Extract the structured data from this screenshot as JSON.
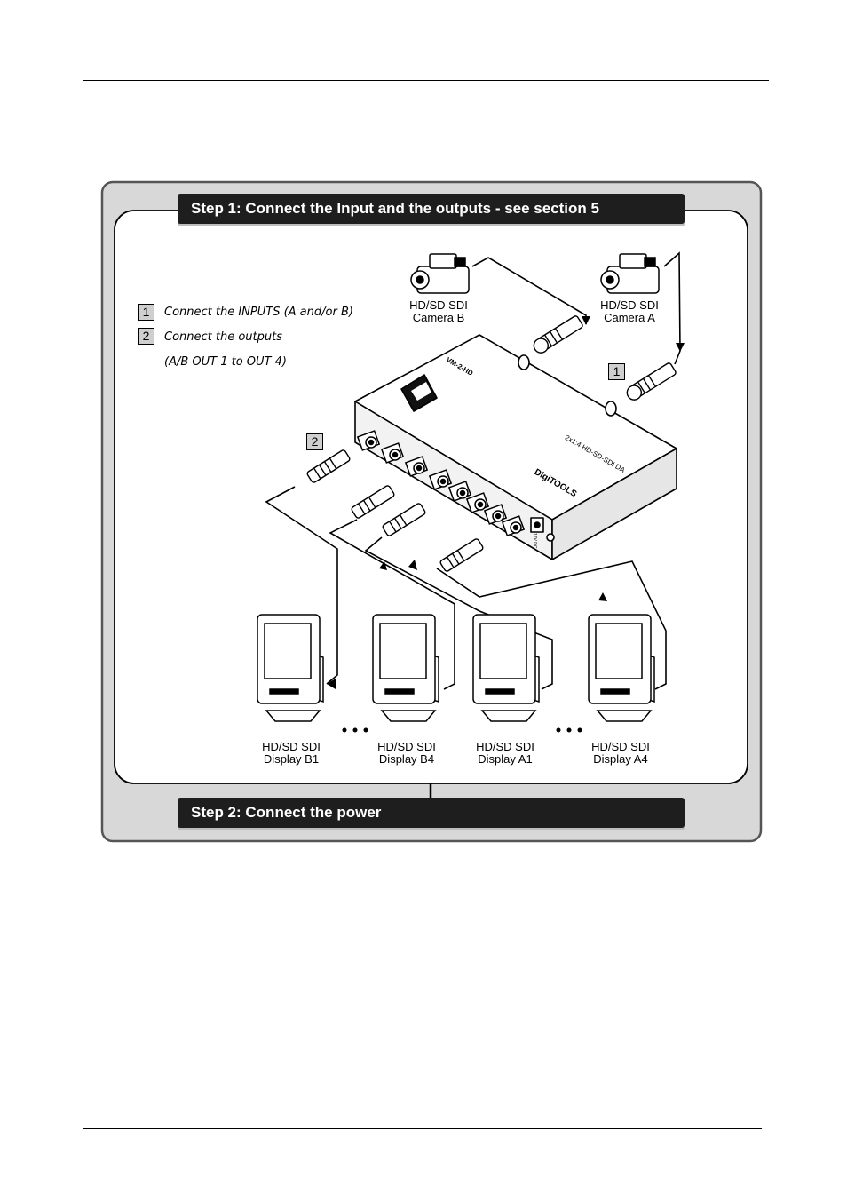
{
  "steps": {
    "step1": "Step 1: Connect the Input and the outputs - see section 5",
    "step2": "Step 2: Connect the power"
  },
  "instructions": [
    {
      "badge": "1",
      "text": "Connect the INPUTS (A and/or B)"
    },
    {
      "badge": "2",
      "text": "Connect the outputs"
    },
    {
      "badge": "",
      "text": "(A/B OUT 1 to OUT 4)"
    }
  ],
  "callouts": {
    "input": "1",
    "output": "2"
  },
  "cameras": [
    {
      "line1": "HD/SD SDI",
      "line2": "Camera B"
    },
    {
      "line1": "HD/SD SDI",
      "line2": "Camera A"
    }
  ],
  "displays": [
    {
      "line1": "HD/SD SDI",
      "line2": "Display B1"
    },
    {
      "line1": "HD/SD SDI",
      "line2": "Display B4"
    },
    {
      "line1": "HD/SD SDI",
      "line2": "Display A1"
    },
    {
      "line1": "HD/SD SDI",
      "line2": "Display A4"
    }
  ],
  "device": {
    "model": "VM-2-HD",
    "subtitle": "2x1:4 HD-SD-SDI DA",
    "brand": "DigiTOOLS",
    "power_label": "12V DC"
  },
  "colors": {
    "frame_fill": "#d8d8d8",
    "banner": "#1e1e1e",
    "badge_fill": "#cfcfcf"
  }
}
